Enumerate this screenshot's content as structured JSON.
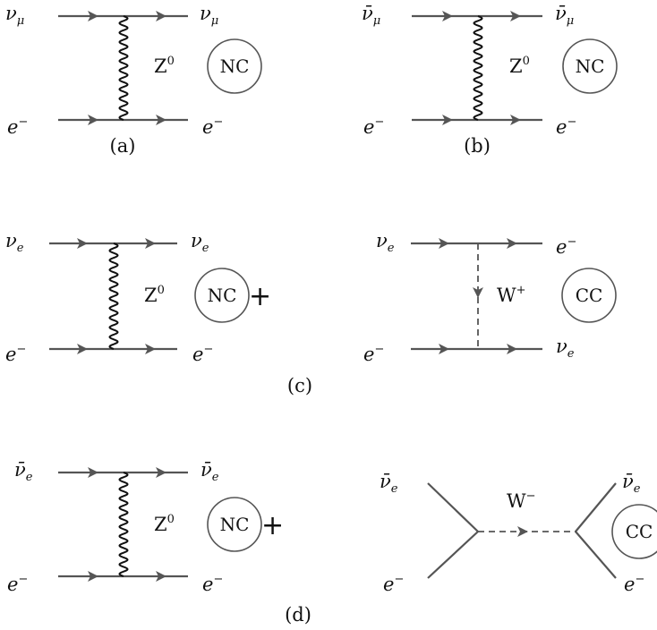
{
  "particles": {
    "nu_mu": {
      "base": "ν",
      "sub": "μ"
    },
    "nubar_mu": {
      "base": "ν̄",
      "sub": "μ"
    },
    "nu_e": {
      "base": "ν",
      "sub": "e"
    },
    "nubar_e": {
      "base": "ν̄",
      "sub": "e"
    },
    "electron": {
      "base": "e",
      "sup": "−"
    }
  },
  "bosons": {
    "z0": {
      "base": "Z",
      "sup": "0"
    },
    "w_plus": {
      "base": "W",
      "sup": "+"
    },
    "w_minus": {
      "base": "W",
      "sup": "−"
    }
  },
  "badges": {
    "nc": "NC",
    "cc": "CC"
  },
  "plus": "+",
  "captions": {
    "a": "(a)",
    "b": "(b)",
    "c": "(c)",
    "d": "(d)"
  }
}
